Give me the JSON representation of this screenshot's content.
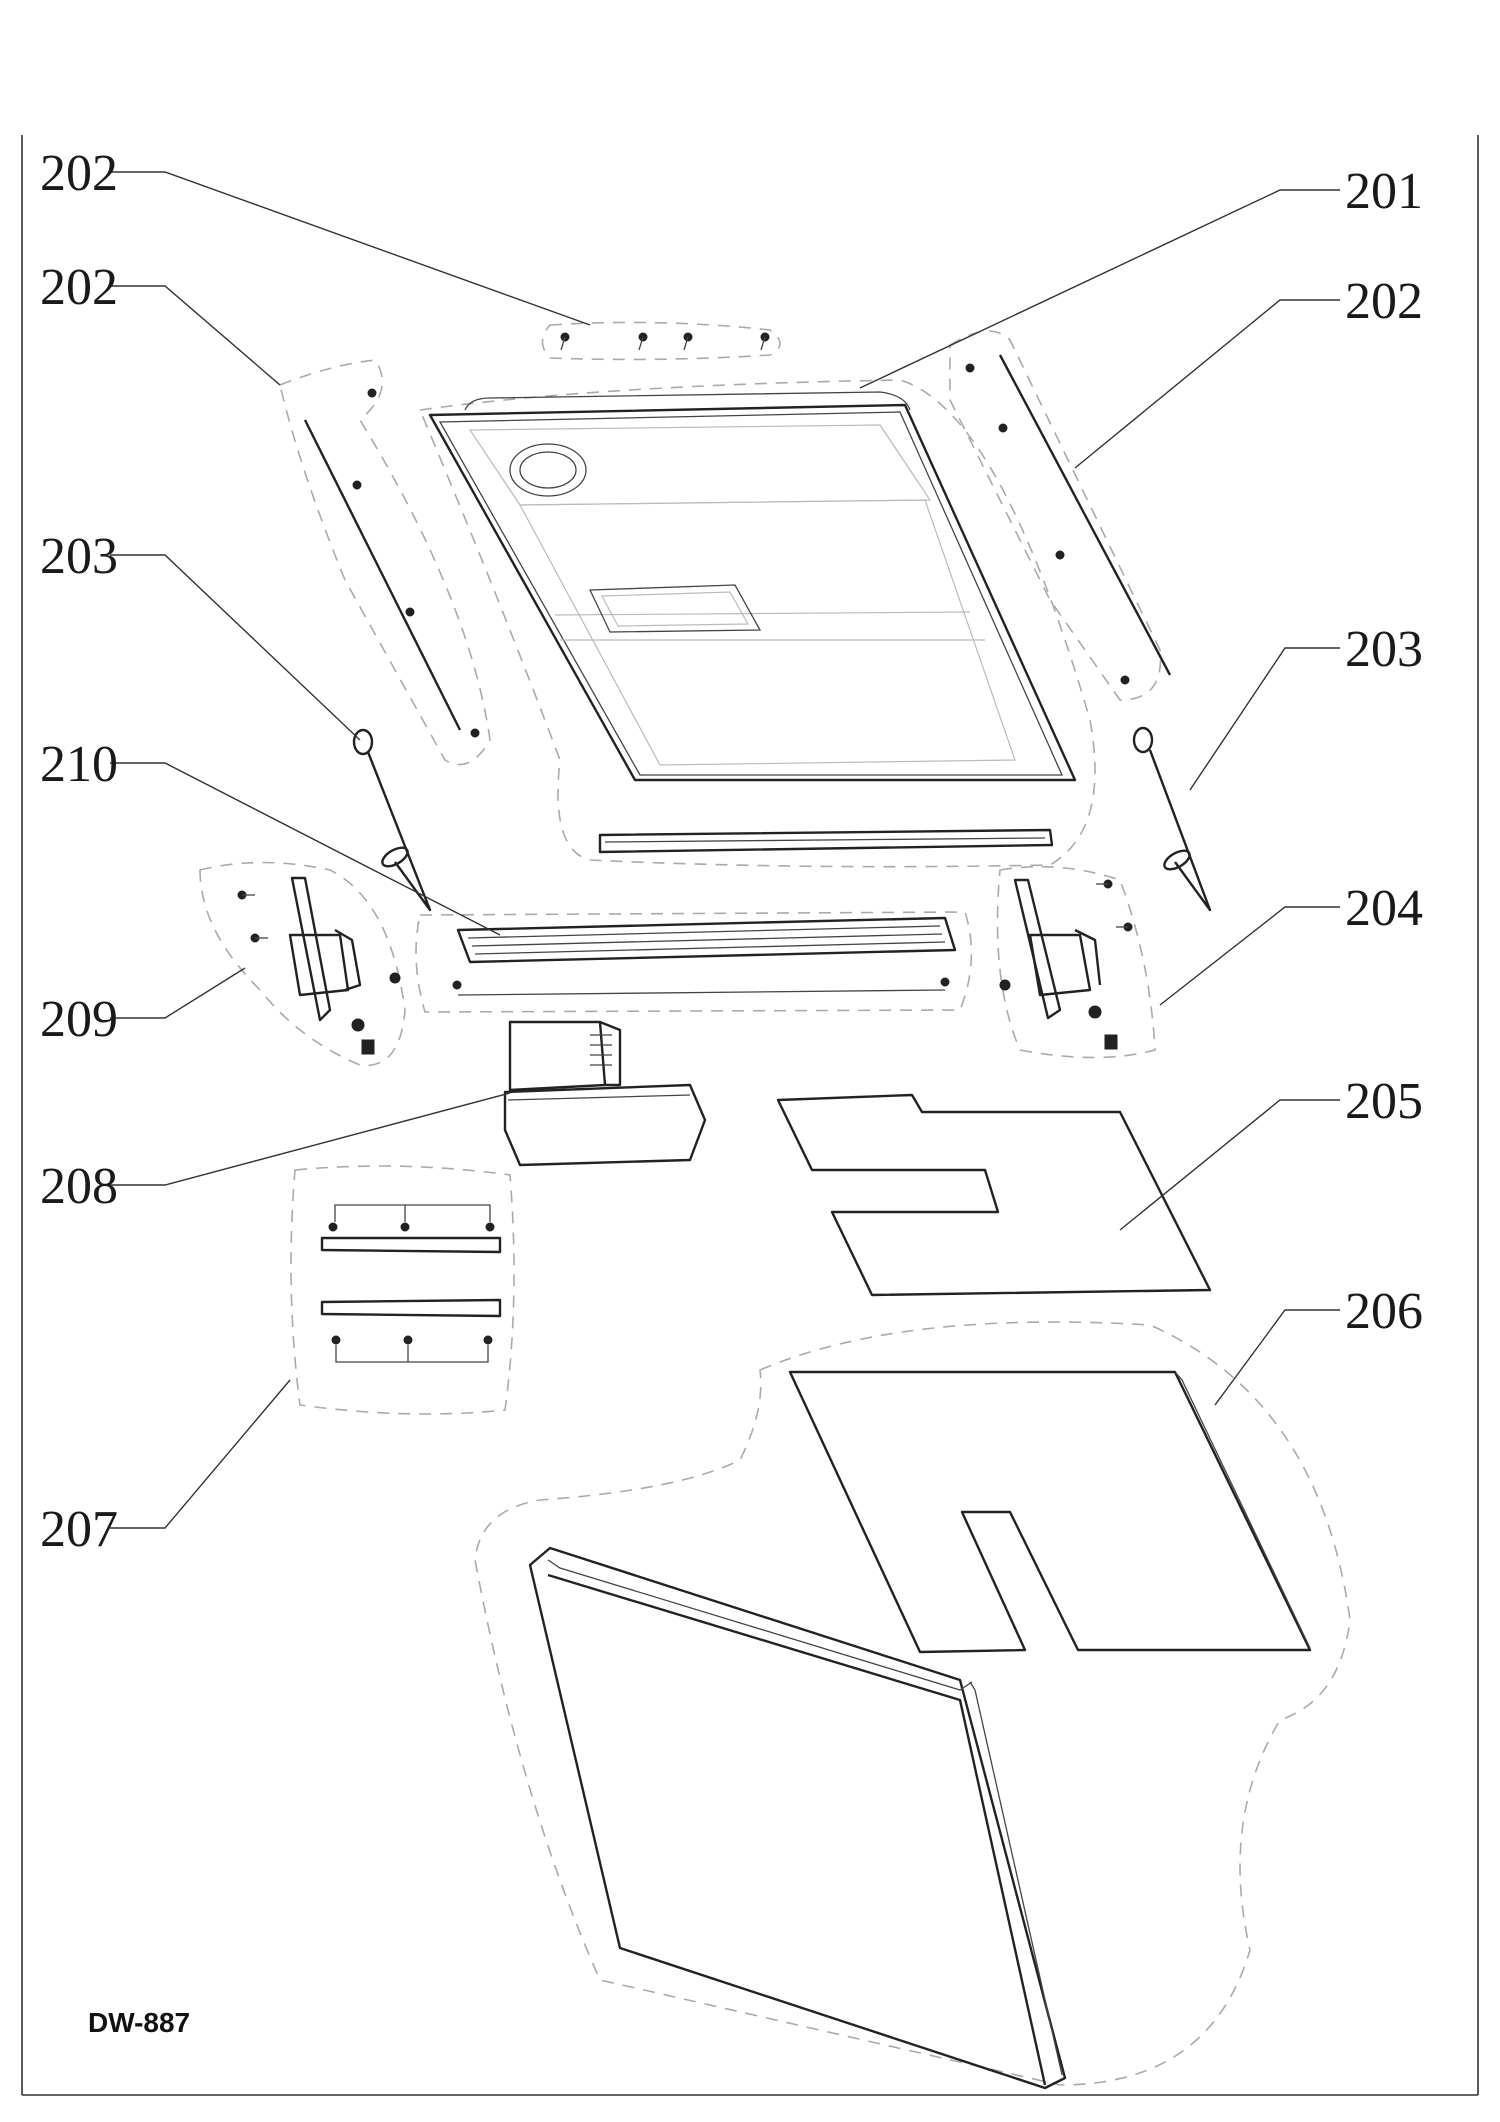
{
  "model_code": "DW-887",
  "callouts": {
    "c202a": "202",
    "c202b": "202",
    "c201": "201",
    "c202c": "202",
    "c203a": "203",
    "c203b": "203",
    "c210": "210",
    "c204": "204",
    "c209": "209",
    "c205": "205",
    "c208": "208",
    "c206": "206",
    "c207": "207"
  }
}
